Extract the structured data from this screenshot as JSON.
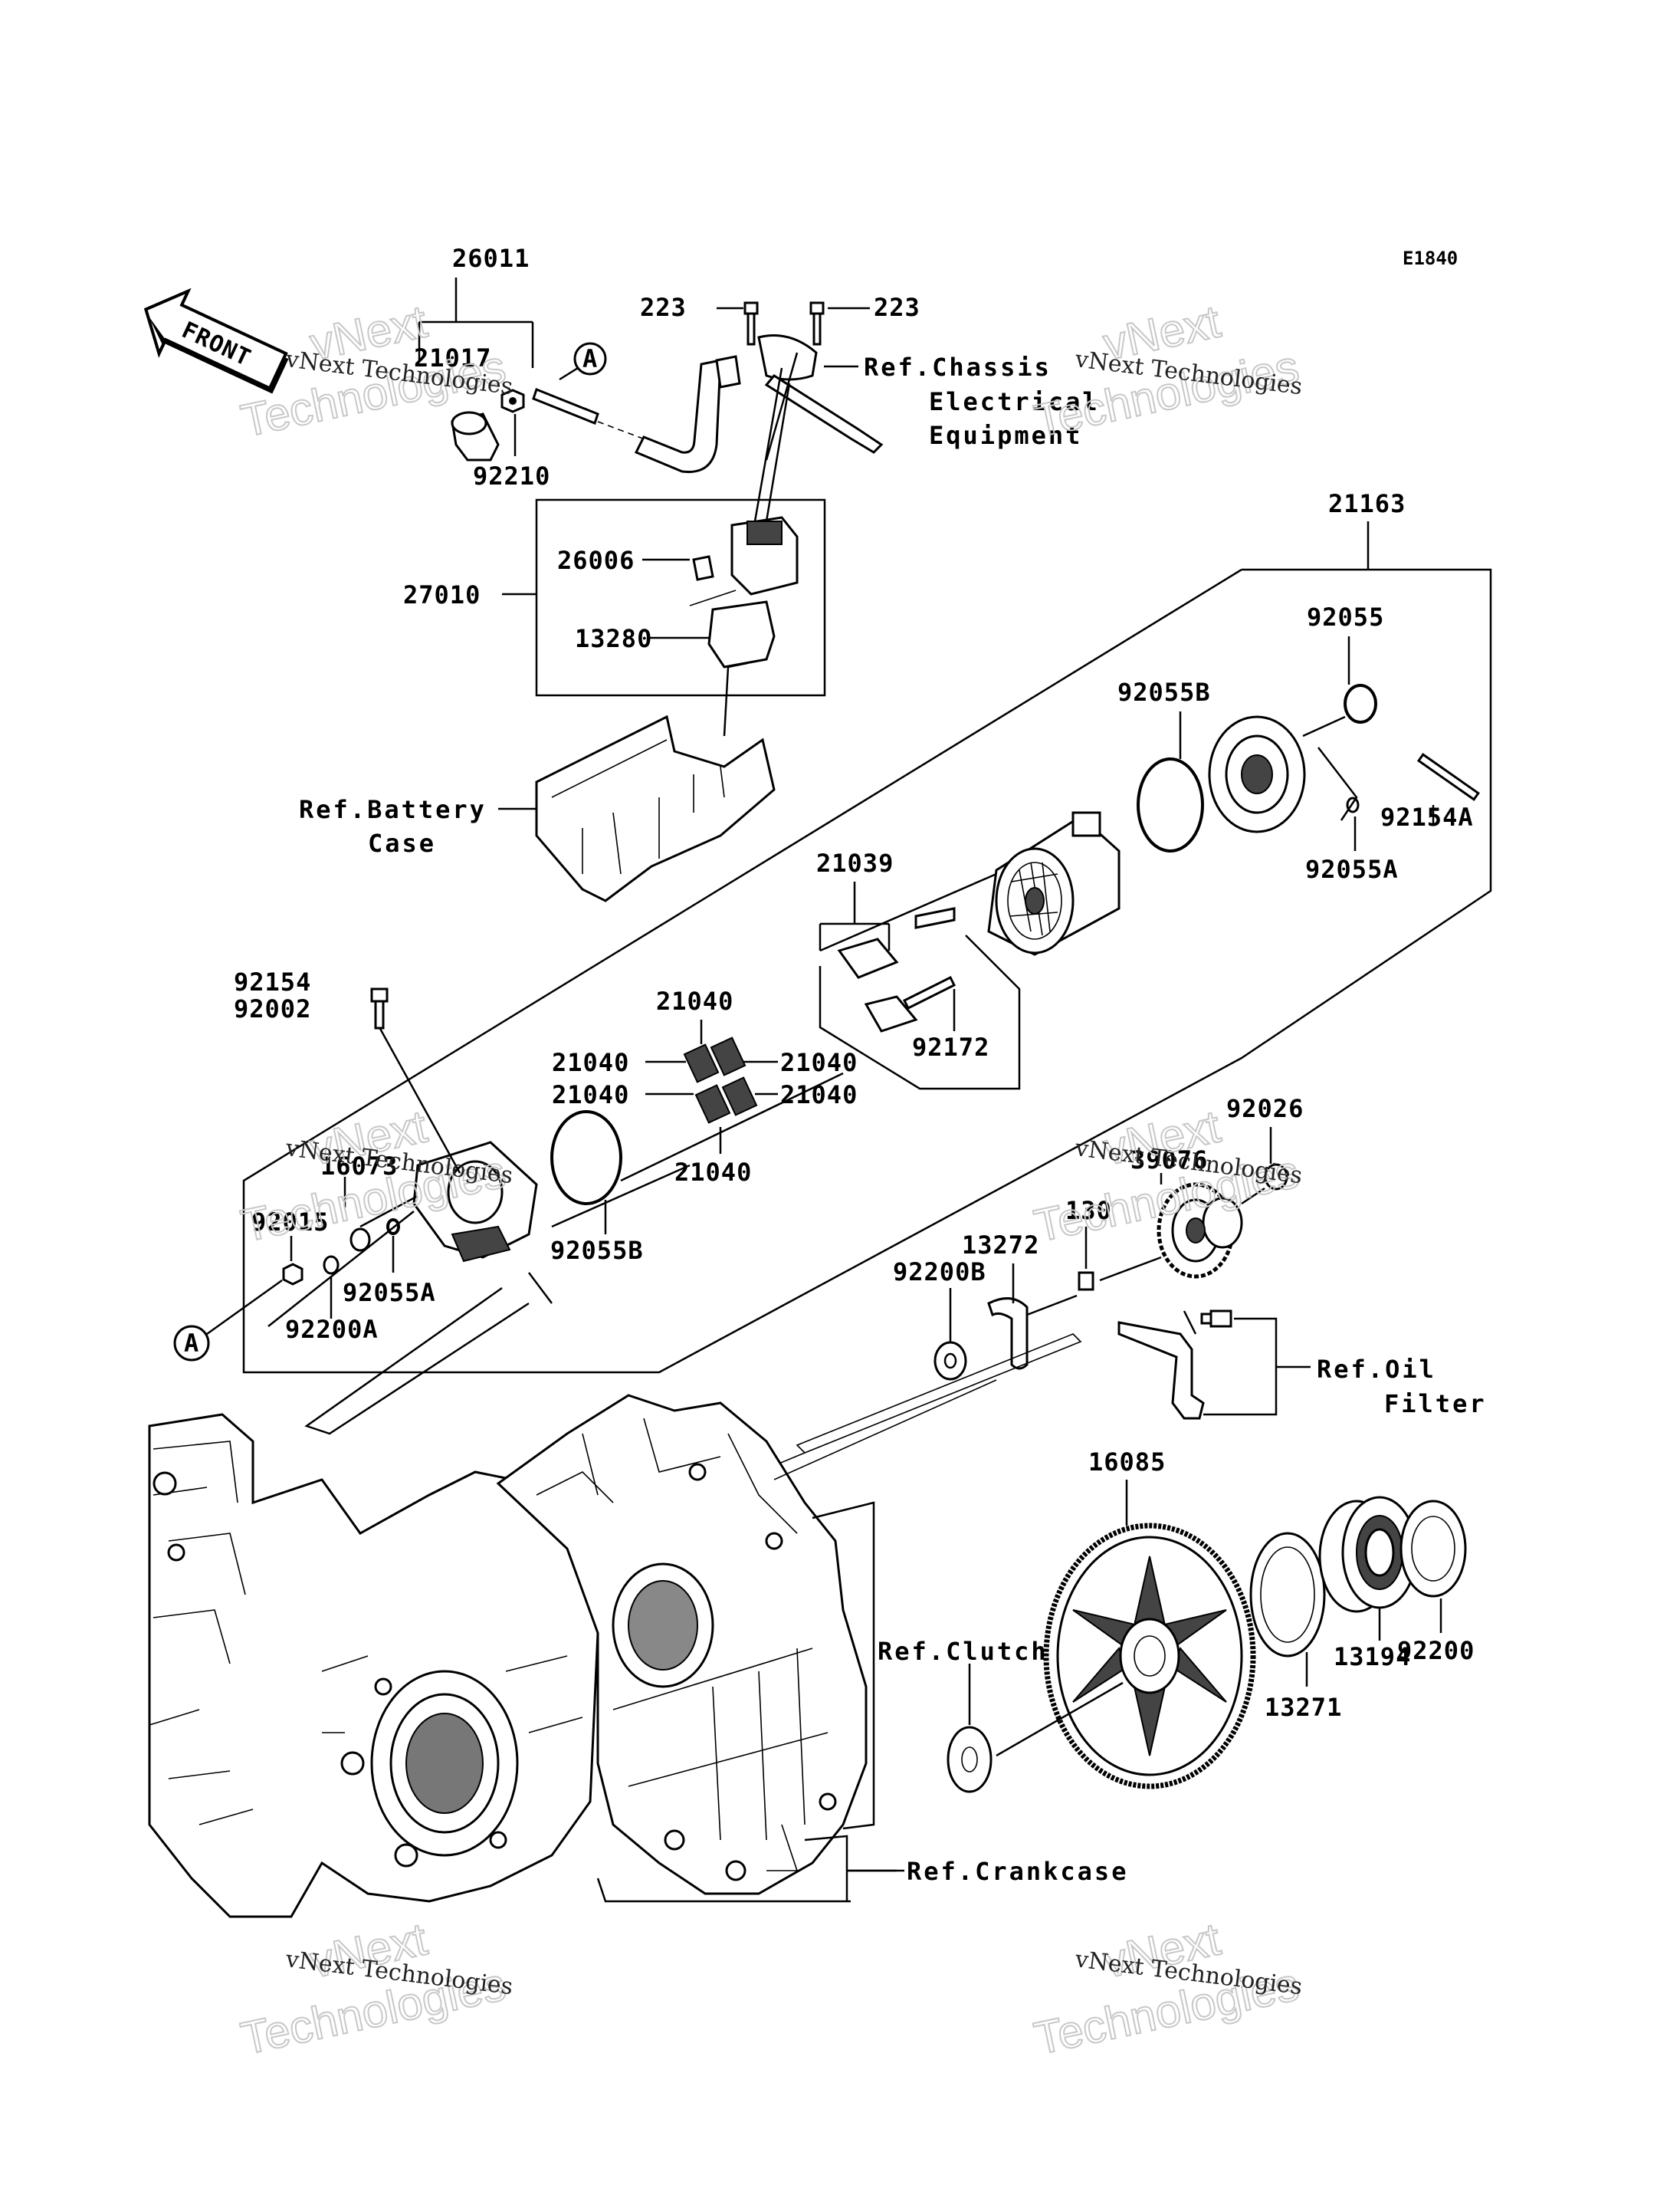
{
  "diagram_code": "E1840",
  "front_arrow_label": "FRONT",
  "watermark": {
    "line1": "vNext Technologies",
    "line2": "vNext",
    "line3": "Technologies"
  },
  "callouts": {
    "c26011": "26011",
    "c21017": "21017",
    "c92210": "92210",
    "c223a": "223",
    "c223b": "223",
    "ref_chassis_1": "Ref.Chassis",
    "ref_chassis_2": "Electrical",
    "ref_chassis_3": "Equipment",
    "c21163": "21163",
    "c27010": "27010",
    "c26006": "26006",
    "c13280": "13280",
    "ref_battery_1": "Ref.Battery",
    "ref_battery_2": "Case",
    "c92055": "92055",
    "c92055B_top": "92055B",
    "c92154A": "92154A",
    "c92055A_top": "92055A",
    "c21039": "21039",
    "c92172": "92172",
    "c92154": "92154",
    "c92002": "92002",
    "c21040_a": "21040",
    "c21040_b": "21040",
    "c21040_c": "21040",
    "c21040_d": "21040",
    "c21040_e": "21040",
    "c21040_f": "21040",
    "c16073": "16073",
    "c92015": "92015",
    "c92055A_bot": "92055A",
    "c92200A": "92200A",
    "c92055B_bot": "92055B",
    "c92026": "92026",
    "c39076": "39076",
    "c130": "130",
    "c13272": "13272",
    "c92200B": "92200B",
    "ref_oil_1": "Ref.Oil",
    "ref_oil_2": "Filter",
    "c16085": "16085",
    "ref_clutch": "Ref.Clutch",
    "c13271": "13271",
    "c13194": "13194",
    "c92200": "92200",
    "ref_crankcase": "Ref.Crankcase",
    "marker_a": "A"
  }
}
